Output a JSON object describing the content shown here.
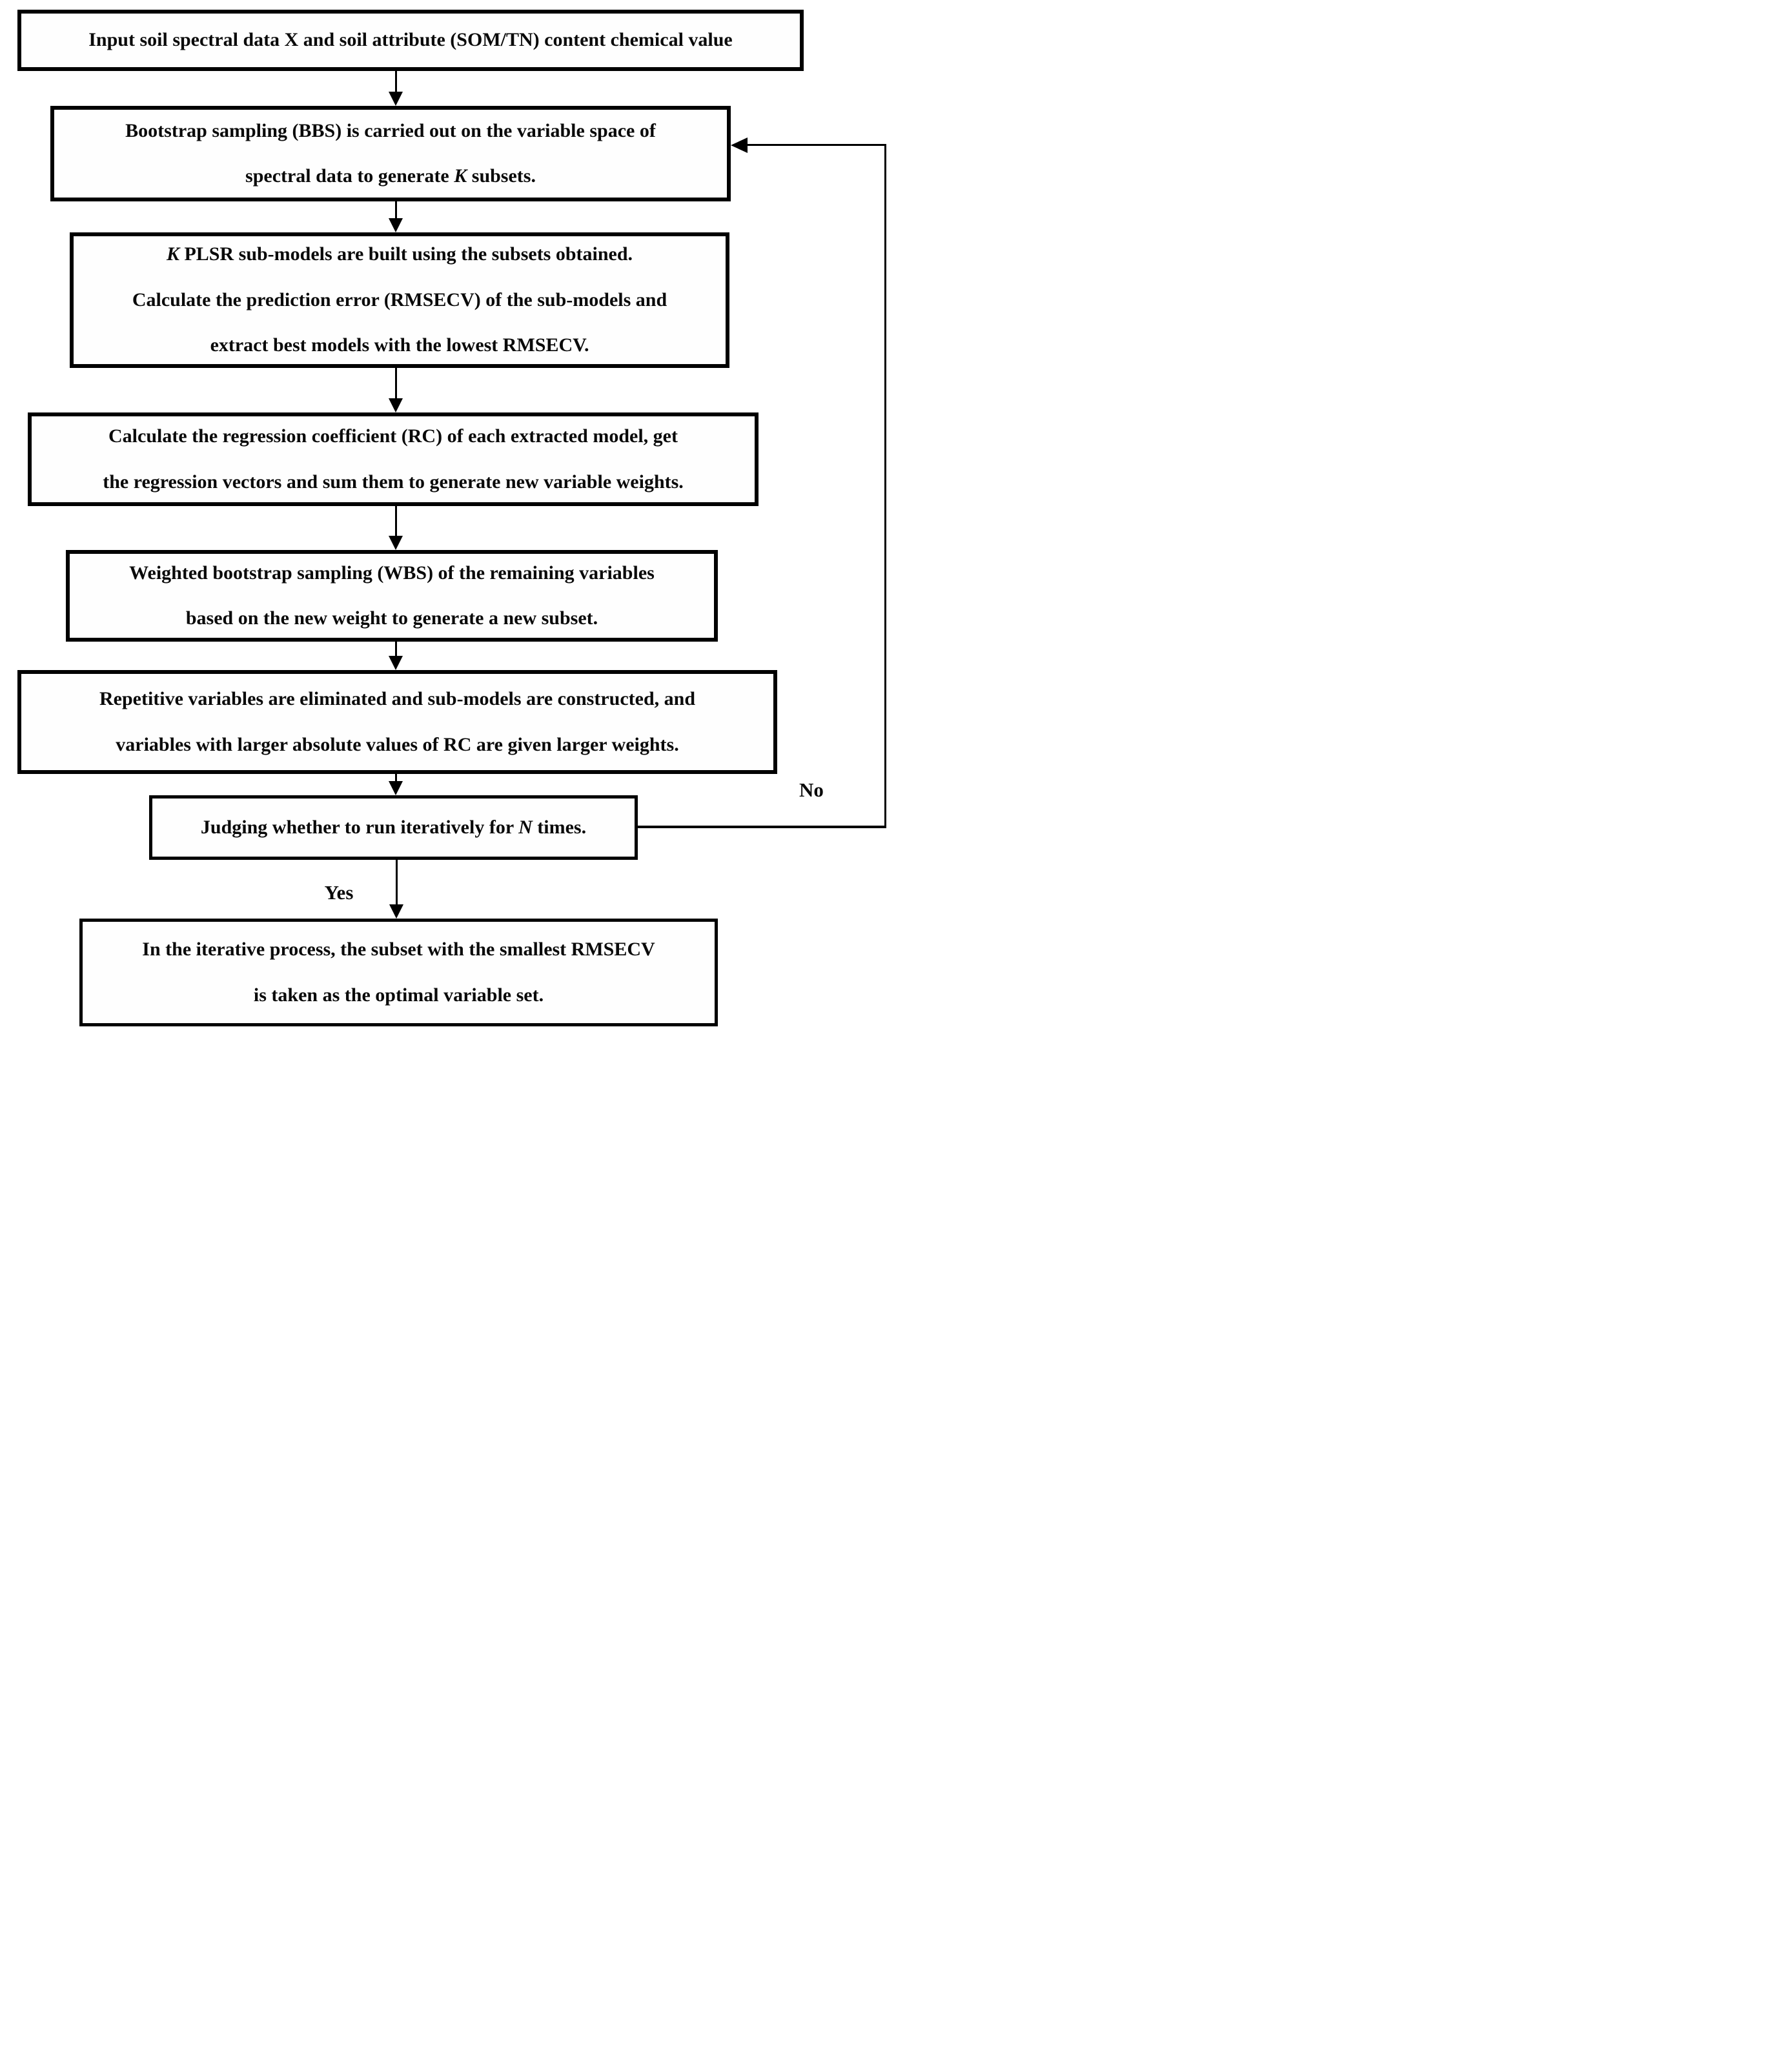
{
  "diagram": {
    "boxes": {
      "input": {
        "line1": "Input soil spectral data X and soil attribute (SOM/TN) content chemical value"
      },
      "bbs": {
        "line1": "Bootstrap sampling (BBS) is carried out on the variable space of",
        "line2_pre": "spectral data to generate ",
        "line2_var": "K",
        "line2_post": " subsets."
      },
      "plsr": {
        "line1_var": "K",
        "line1_post": " PLSR sub-models are built using the subsets obtained.",
        "line2": "Calculate the prediction error (RMSECV) of the sub-models and",
        "line3": "extract best models with the lowest RMSECV."
      },
      "rc": {
        "line1": "Calculate the regression coefficient (RC) of each extracted model, get",
        "line2": "the regression vectors and sum them to generate new variable weights."
      },
      "wbs": {
        "line1": "Weighted bootstrap sampling (WBS) of the remaining variables",
        "line2": "based on the new weight to generate a new subset."
      },
      "eliminate": {
        "line1": "Repetitive variables are eliminated and sub-models are constructed, and",
        "line2": "variables with larger absolute values of RC are given larger weights."
      },
      "judge": {
        "line1_pre": "Judging whether to run iteratively for ",
        "line1_var": "N",
        "line1_post": " times."
      },
      "optimal": {
        "line1": "In the iterative process, the subset with the smallest RMSECV",
        "line2": "is taken as the optimal variable set."
      }
    },
    "branch_labels": {
      "no": "No",
      "yes": "Yes"
    },
    "colors": {
      "line": "#000000",
      "text": "#0a0a0a",
      "background": "#ffffff"
    }
  }
}
